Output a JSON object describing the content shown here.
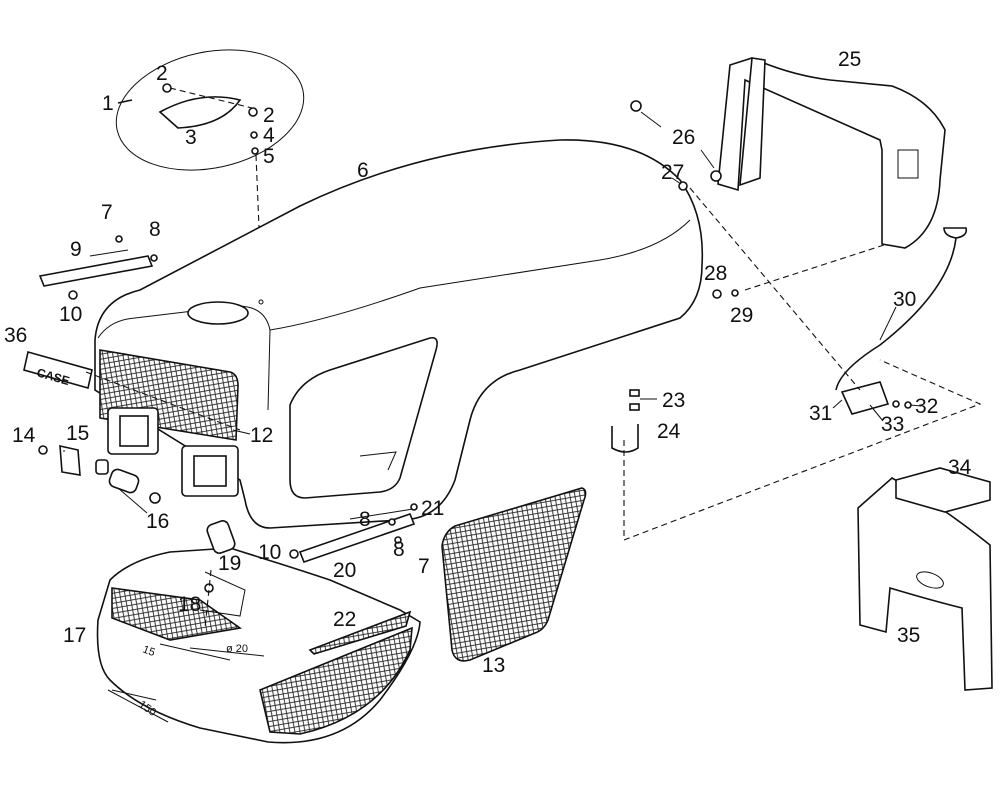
{
  "diagram": {
    "dimensions": {
      "d15": "15",
      "d20": "ø 20",
      "d150": "150"
    },
    "logo_text": "CASE",
    "parts": [
      {
        "id": "1",
        "name": "hood-cap-assembly"
      },
      {
        "id": "2",
        "name": "screw"
      },
      {
        "id": "2",
        "name": "screw"
      },
      {
        "id": "3",
        "name": "cap-plate"
      },
      {
        "id": "4",
        "name": "washer"
      },
      {
        "id": "5",
        "name": "nut"
      },
      {
        "id": "6",
        "name": "hood"
      },
      {
        "id": "7",
        "name": "cotter-pin"
      },
      {
        "id": "8",
        "name": "washer"
      },
      {
        "id": "9",
        "name": "support-bar"
      },
      {
        "id": "10",
        "name": "nut"
      },
      {
        "id": "12",
        "name": "front-grille"
      },
      {
        "id": "13",
        "name": "side-screen"
      },
      {
        "id": "14",
        "name": "bolt"
      },
      {
        "id": "15",
        "name": "hinge-bracket"
      },
      {
        "id": "16",
        "name": "bushing"
      },
      {
        "id": "17",
        "name": "front-panel"
      },
      {
        "id": "18",
        "name": "bolt"
      },
      {
        "id": "19",
        "name": "spacer"
      },
      {
        "id": "10",
        "name": "nut"
      },
      {
        "id": "20",
        "name": "support-bar"
      },
      {
        "id": "8",
        "name": "washer"
      },
      {
        "id": "21",
        "name": "nut"
      },
      {
        "id": "8",
        "name": "washer"
      },
      {
        "id": "7",
        "name": "cotter-pin"
      },
      {
        "id": "22",
        "name": "bumper-grille"
      },
      {
        "id": "23",
        "name": "nut"
      },
      {
        "id": "24",
        "name": "u-bolt"
      },
      {
        "id": "25",
        "name": "rear-frame"
      },
      {
        "id": "26",
        "name": "rubber-stop"
      },
      {
        "id": "27",
        "name": "bolt"
      },
      {
        "id": "28",
        "name": "bolt"
      },
      {
        "id": "29",
        "name": "washer"
      },
      {
        "id": "30",
        "name": "release-cable"
      },
      {
        "id": "31",
        "name": "latch"
      },
      {
        "id": "32",
        "name": "nut"
      },
      {
        "id": "33",
        "name": "latch-plate"
      },
      {
        "id": "34",
        "name": "pad"
      },
      {
        "id": "35",
        "name": "dash-panel"
      },
      {
        "id": "36",
        "name": "emblem"
      }
    ]
  }
}
